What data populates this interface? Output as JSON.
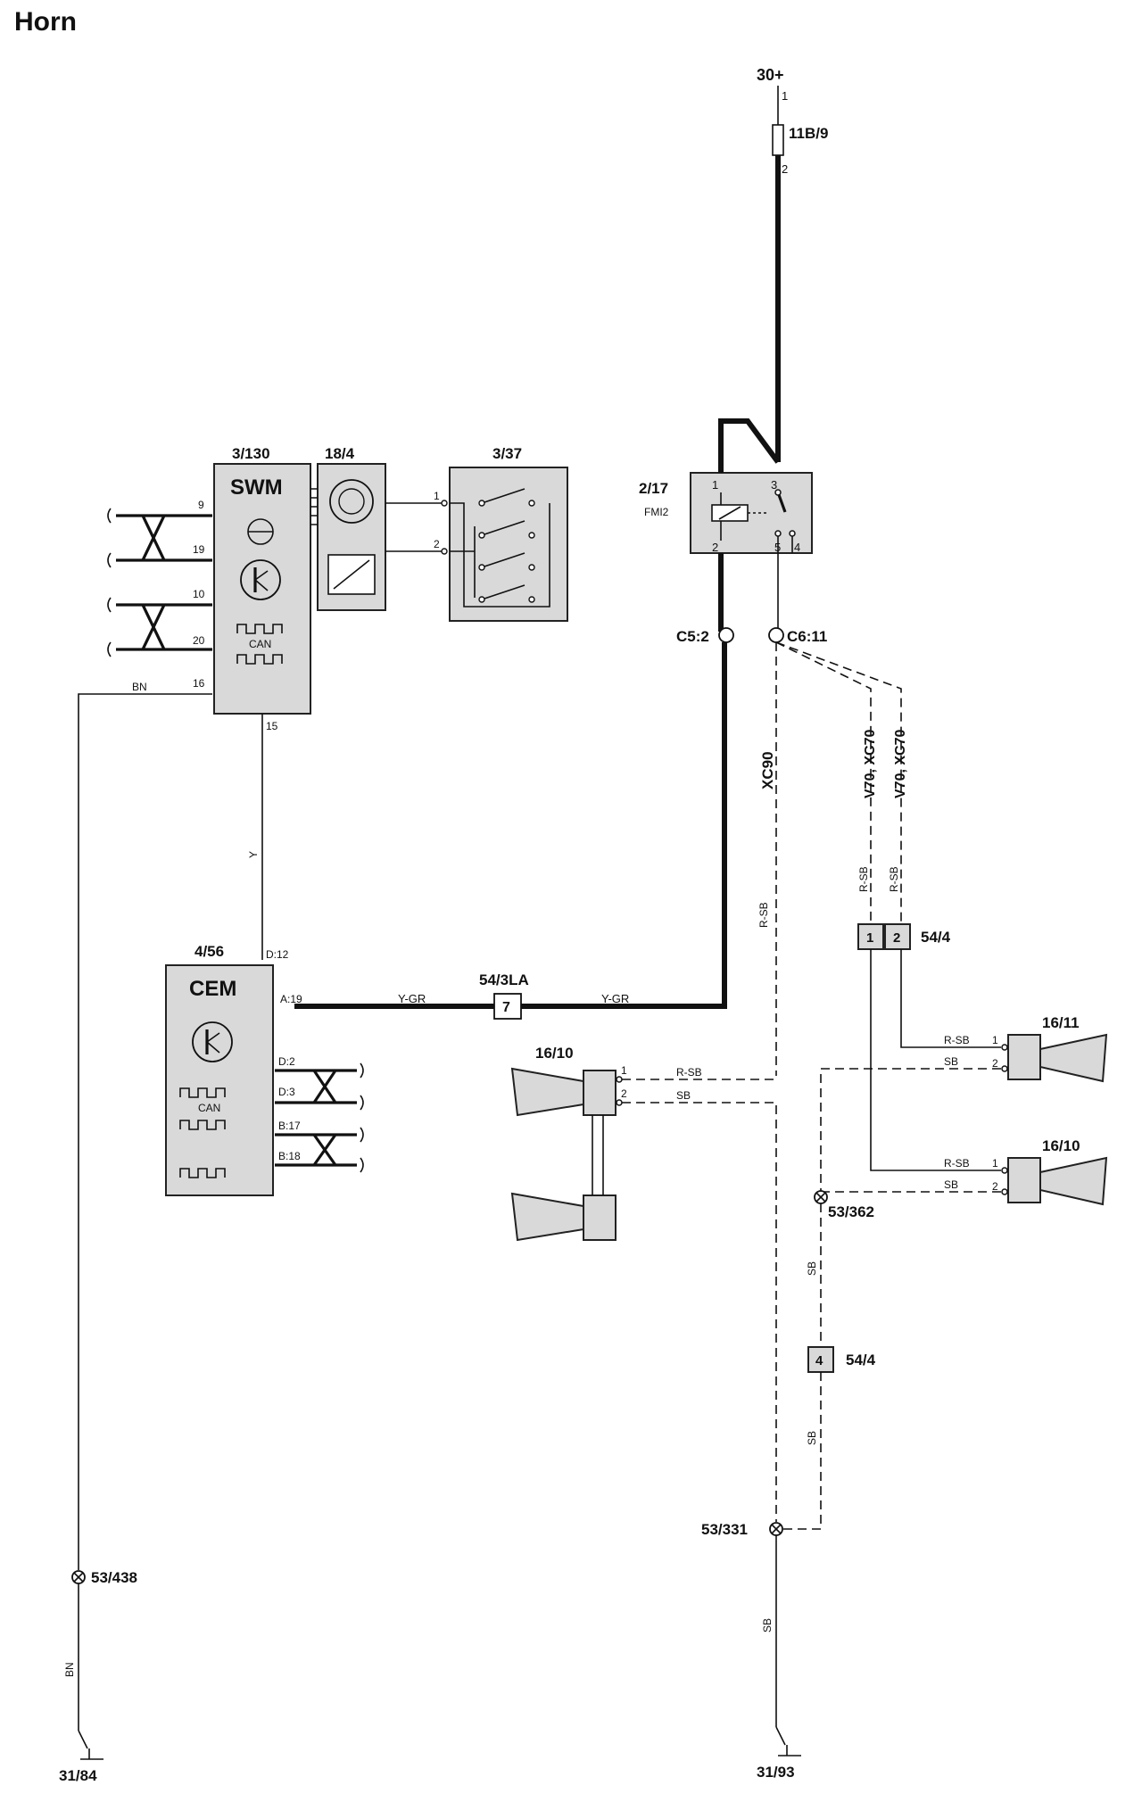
{
  "title": "Horn",
  "supply": {
    "label": "30+",
    "fuse": "11B/9",
    "pin_in": "1",
    "pin_out": "2"
  },
  "relay": {
    "id": "2/17",
    "sub": "FMI2",
    "pins": [
      "1",
      "3",
      "2",
      "5",
      "4"
    ]
  },
  "connectors": {
    "c5": "C5:2",
    "c6": "C6:11"
  },
  "variants": {
    "xc90": "XC90",
    "v70a": "V70, XC70",
    "v70b": "V70, XC70"
  },
  "swm": {
    "id": "3/130",
    "name": "SWM",
    "can": "CAN",
    "pins": [
      "9",
      "19",
      "10",
      "20",
      "16",
      "15"
    ]
  },
  "clock_spring": {
    "id": "18/4"
  },
  "horn_switch": {
    "id": "3/37",
    "pins": [
      "1",
      "2"
    ]
  },
  "cem": {
    "id": "4/56",
    "name": "CEM",
    "can": "CAN",
    "pins": [
      "D:12",
      "A:19",
      "D:2",
      "D:3",
      "B:17",
      "B:18"
    ]
  },
  "splice_543la": {
    "id": "54/3LA",
    "pin": "7"
  },
  "connector_544": {
    "id": "54/4",
    "pins": [
      "1",
      "2"
    ]
  },
  "connector_544b": {
    "id": "54/4",
    "pin": "4"
  },
  "horn_xc90": {
    "id": "16/10",
    "pins": [
      "1",
      "2"
    ]
  },
  "horn_1611": {
    "id": "16/11",
    "pins": [
      "1",
      "2"
    ]
  },
  "horn_1610": {
    "id": "16/10",
    "pins": [
      "1",
      "2"
    ]
  },
  "grounds": {
    "g1": "53/438",
    "g2": "53/362",
    "g3": "53/331",
    "e1": "31/84",
    "e2": "31/93"
  },
  "wire_colors": {
    "bn": "BN",
    "y": "Y",
    "ygr": "Y-GR",
    "rsb": "R-SB",
    "sb": "SB"
  }
}
